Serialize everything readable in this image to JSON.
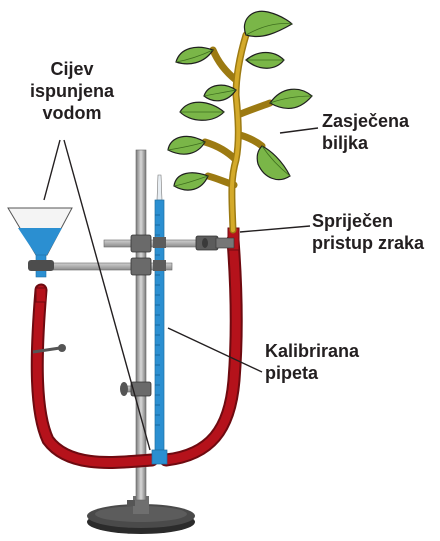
{
  "labels": {
    "tube_line1": "Cijev",
    "tube_line2": "ispunjena",
    "tube_line3": "vodom",
    "plant_line1": "Zasječena",
    "plant_line2": "biljka",
    "seal_line1": "Spriječen",
    "seal_line2": "pristup zraka",
    "pipette_line1": "Kalibrirana",
    "pipette_line2": "pipeta"
  },
  "colors": {
    "tube_red": "#b5121b",
    "water_blue": "#2b8fd1",
    "leaf_green": "#7ab648",
    "stem_gold": "#c9a227",
    "stand_gray": "#9a9a9a",
    "base_dark": "#3d3d3d"
  }
}
